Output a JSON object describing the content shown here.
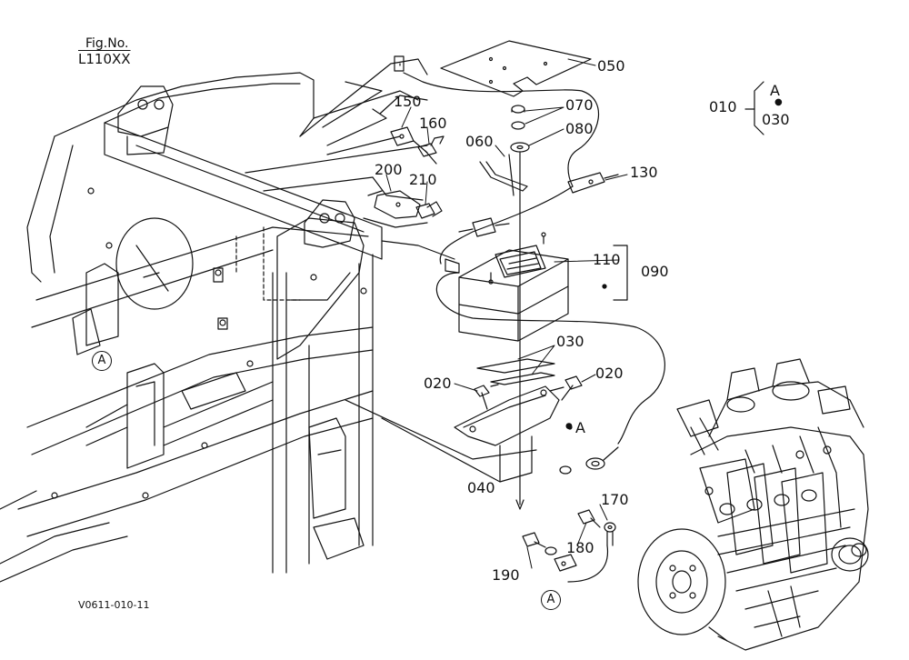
{
  "figure": {
    "fig_label": "Fig.No.",
    "fig_number": "L110XX",
    "drawing_code": "V0611-010-11"
  },
  "legend": {
    "parent": "010",
    "ref_letter": "A",
    "child": "030"
  },
  "parts": {
    "p020a": "020",
    "p020b": "020",
    "p030": "030",
    "p040": "040",
    "p050": "050",
    "p060": "060",
    "p070": "070",
    "p080": "080",
    "p090": "090",
    "p110": "110",
    "p130": "130",
    "p150": "150",
    "p160": "160",
    "p170": "170",
    "p180": "180",
    "p190": "190",
    "p200": "200",
    "p210": "210"
  },
  "refs": {
    "frame_ref": "A",
    "cable_ref": "A",
    "tray_ref": "A"
  }
}
